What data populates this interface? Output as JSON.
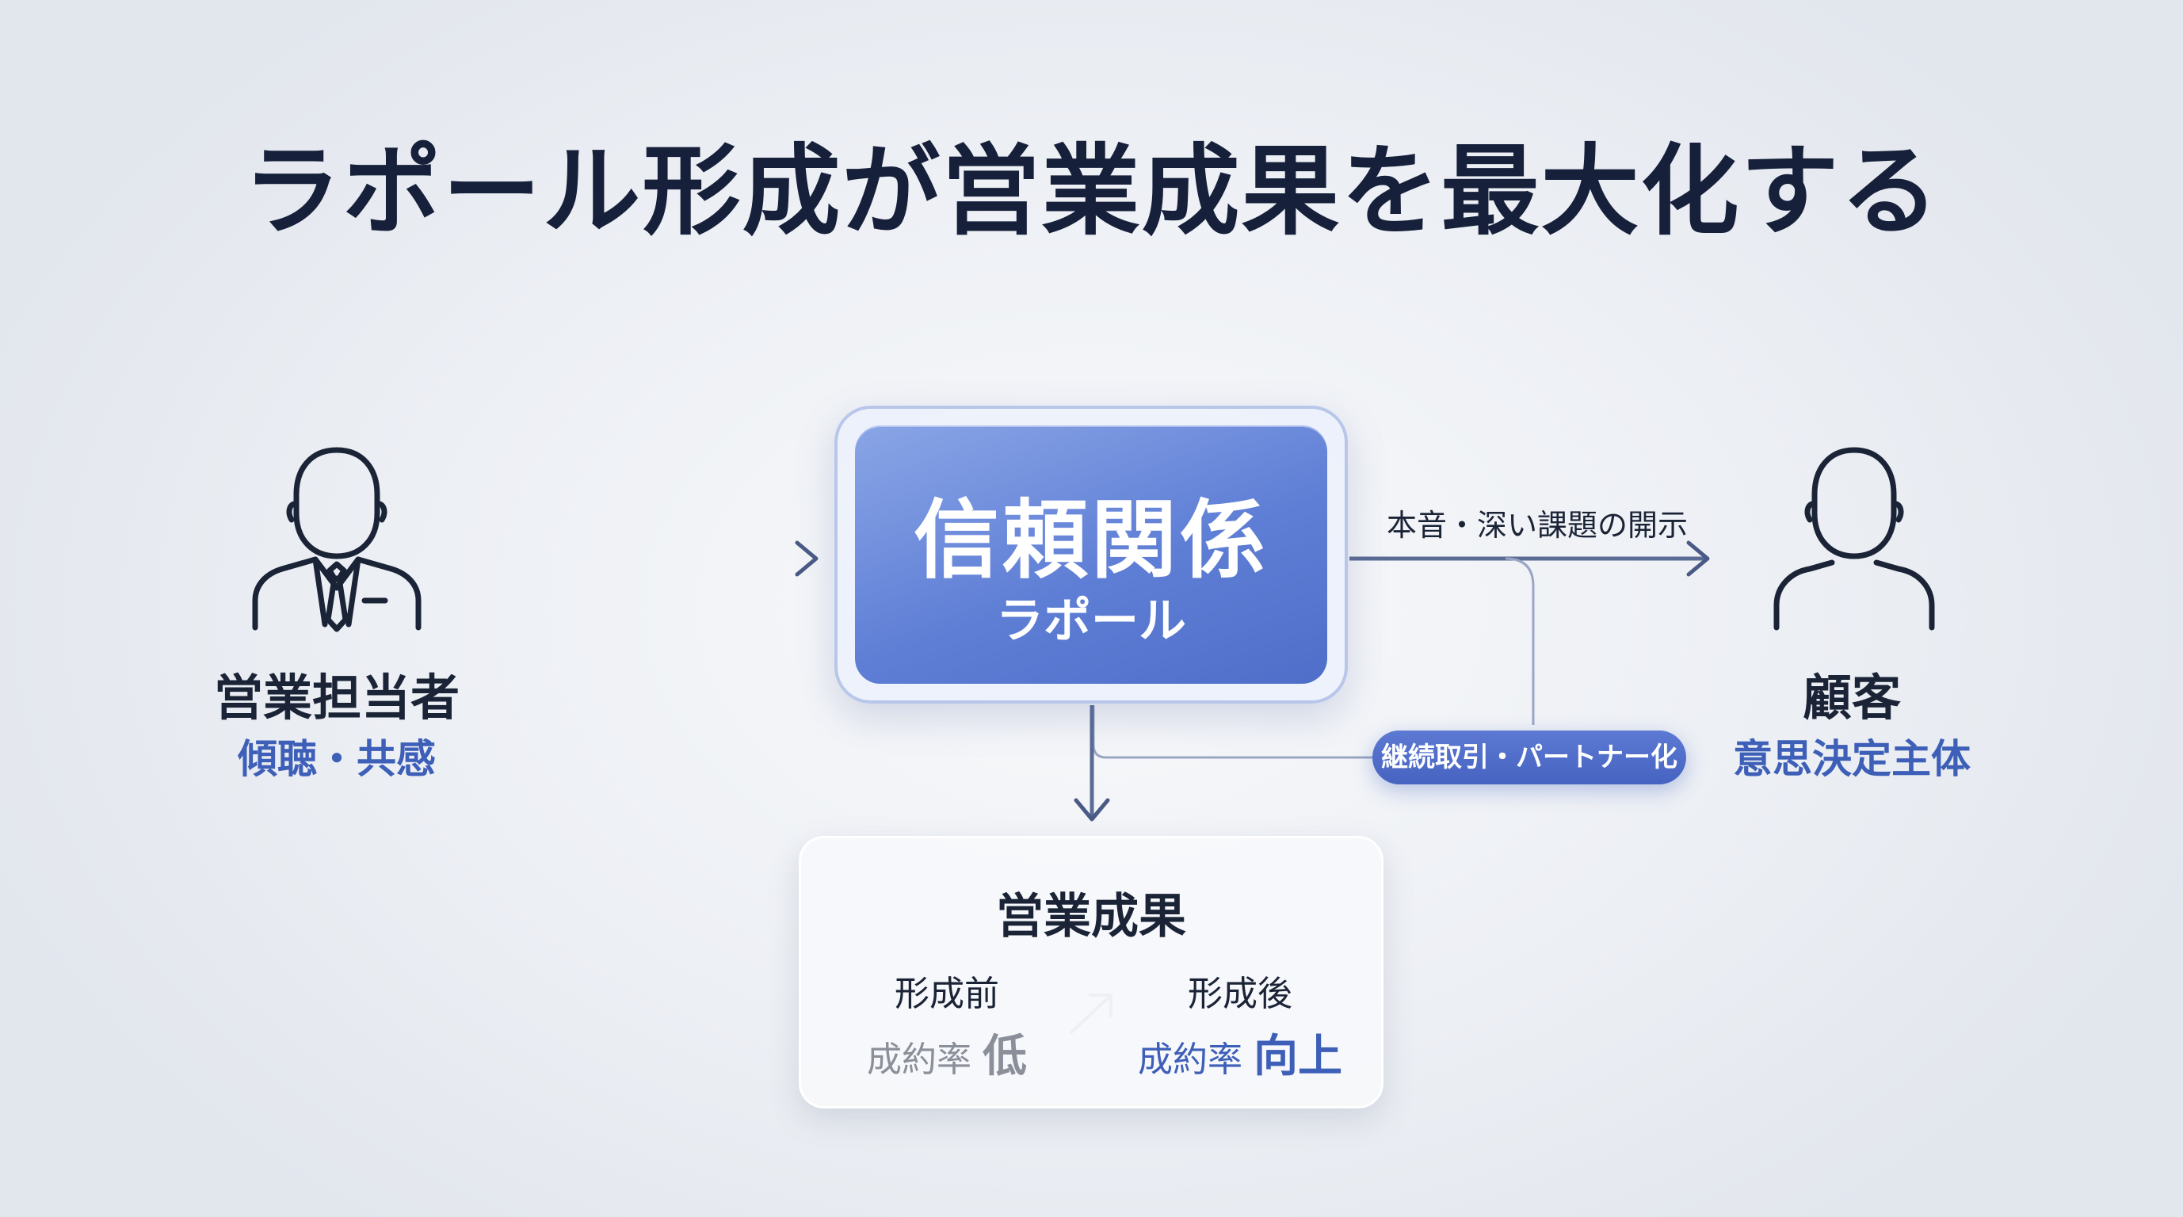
{
  "title": "ラポール形成が営業成果を最大化する",
  "sales_rep": {
    "name": "営業担当者",
    "sub": "傾聴・共感",
    "icon": "businessman-icon"
  },
  "customer": {
    "name": "顧客",
    "sub": "意思決定主体",
    "icon": "person-icon"
  },
  "trust": {
    "title": "信頼関係",
    "subtitle": "ラポール"
  },
  "flow_labels": {
    "to_customer": "本音・深い課題の開示",
    "partnership": "継続取引・パートナー化"
  },
  "results": {
    "title": "営業成果",
    "before": {
      "heading": "形成前",
      "rate_label": "成約率",
      "rate_value": "低"
    },
    "after": {
      "heading": "形成後",
      "rate_label": "成約率",
      "rate_value": "向上"
    }
  },
  "colors": {
    "accent": "#3d5fb8",
    "title": "#16203a",
    "line": "#5a6b94",
    "muted": "#8a8f99"
  }
}
